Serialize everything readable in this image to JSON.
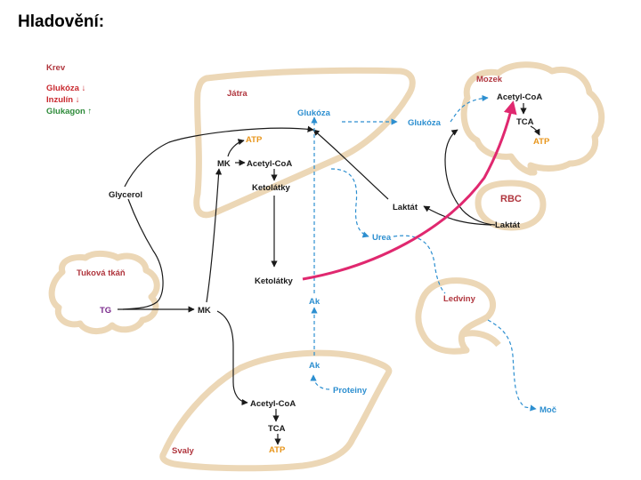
{
  "title": "Hladovění:",
  "legend": {
    "heading": "Krev",
    "glucose": "Glukóza ↓",
    "insulin": "Inzulín ↓",
    "glucagon": "Glukagon ↑"
  },
  "organs": {
    "liver": "Játra",
    "brain": "Mozek",
    "rbc": "RBC",
    "adipose": "Tuková tkáň",
    "kidneys": "Ledviny",
    "muscle": "Svaly"
  },
  "metabolites": {
    "liver_atp": "ATP",
    "liver_mk": "MK",
    "liver_acetylcoa": "Acetyl-CoA",
    "liver_ketone": "Ketolátky",
    "blood_glucose": "Glukóza",
    "brain_glucose": "Glukóza",
    "brain_acetylcoa": "Acetyl-CoA",
    "brain_tca": "TCA",
    "brain_atp": "ATP",
    "glycerol": "Glycerol",
    "lactate": "Laktát",
    "rbc_lactate": "Laktát",
    "urea": "Urea",
    "ketone_blood": "Ketolátky",
    "tg": "TG",
    "mk_blood": "MK",
    "aa_upper": "Ak",
    "aa_lower": "Ak",
    "proteins": "Proteiny",
    "urine": "Moč",
    "muscle_acetylcoa": "Acetyl-CoA",
    "muscle_tca": "TCA",
    "muscle_atp": "ATP"
  },
  "colors": {
    "organ_outline": "#ecd7b6",
    "legend_heading": "#b0363e",
    "glucose_down": "#c9292f",
    "insulin_down": "#c9292f",
    "glucagon_up": "#2e8b3a",
    "organ_label": "#b0363e",
    "atp": "#e8961c",
    "tg": "#7a2a8c",
    "blue_path": "#2d8fd0",
    "pink_path": "#e0286f",
    "black_path": "#1a1a1a"
  }
}
